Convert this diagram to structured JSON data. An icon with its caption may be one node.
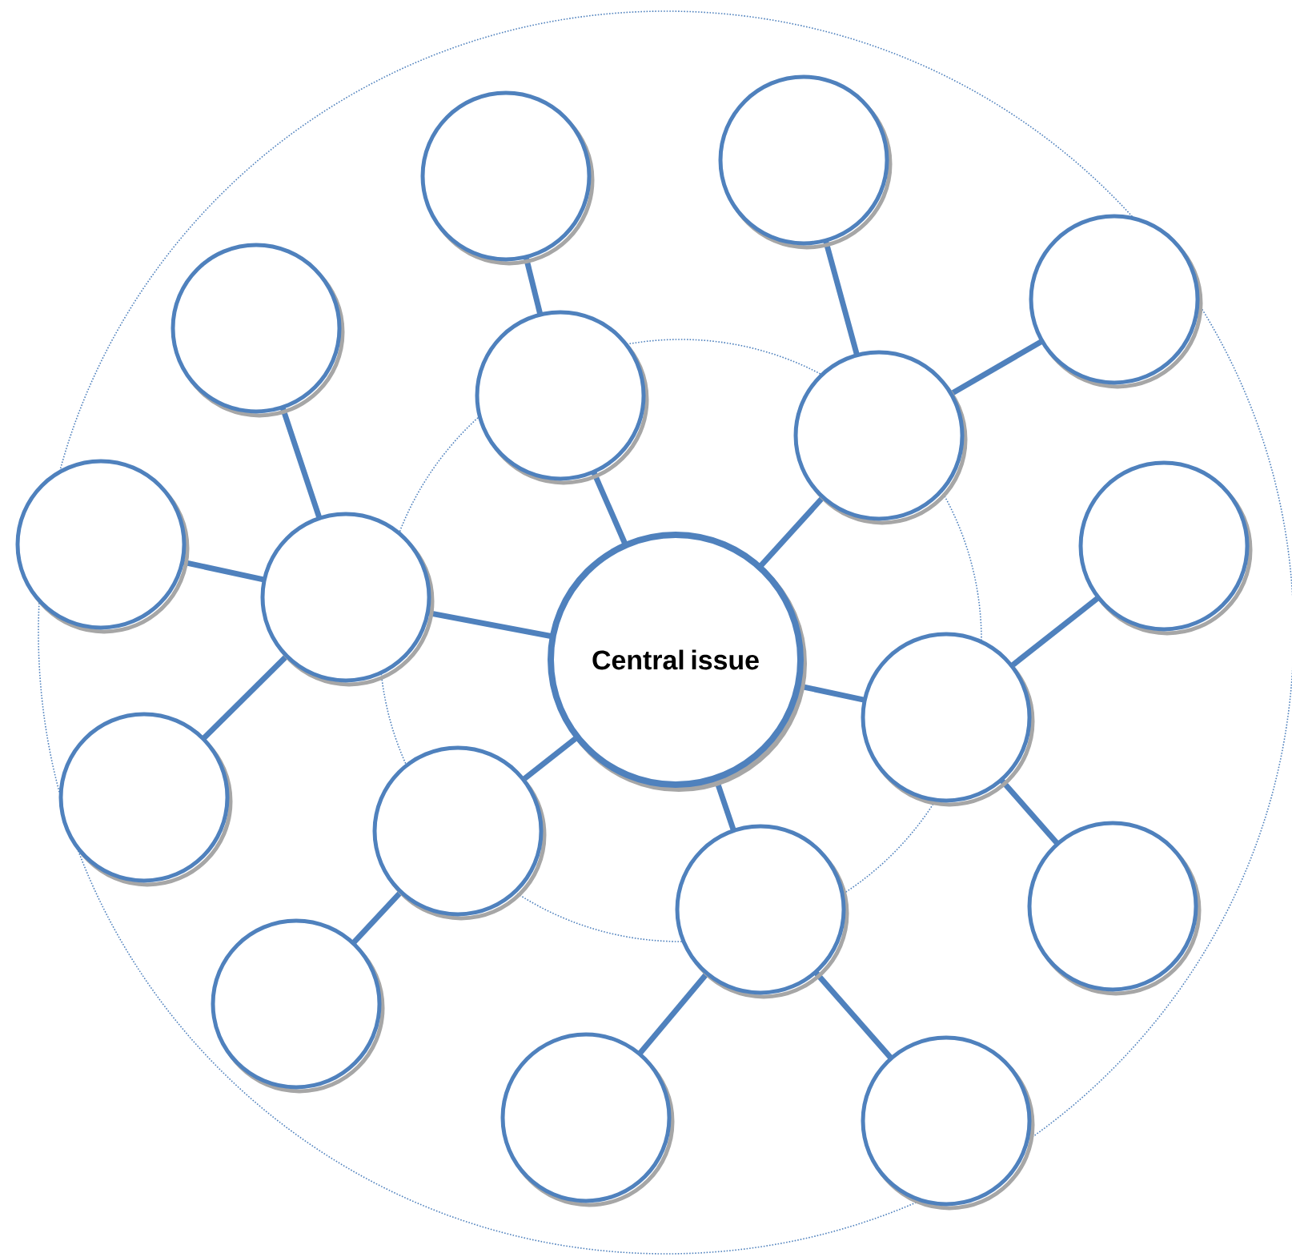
{
  "diagram": {
    "nodes": [
      {
        "text": [
          "Central issue"
        ]
      },
      {
        "text": [],
        "shape": "circle"
      },
      {
        "text": [],
        "shape": "circle"
      },
      {
        "text": [],
        "shape": "circle"
      },
      {
        "text": [],
        "shape": "circle"
      },
      {
        "text": [],
        "shape": "circle"
      },
      {
        "text": [],
        "shape": "circle"
      },
      {
        "text": [],
        "shape": "circle"
      },
      {
        "text": [],
        "shape": "circle"
      },
      {
        "text": [],
        "shape": "circle"
      },
      {
        "text": [],
        "shape": "circle"
      },
      {
        "text": [],
        "shape": "circle"
      },
      {
        "text": [],
        "shape": "circle"
      },
      {
        "text": [],
        "shape": "circle"
      },
      {
        "text": [],
        "shape": "circle"
      },
      {
        "text": [],
        "shape": "circle"
      },
      {
        "text": [],
        "shape": "circle"
      },
      {
        "text": [],
        "shape": "circle"
      }
    ],
    "edges": [
      {
        "from": 0,
        "to": 1,
        "arrow": "none"
      },
      {
        "from": 0,
        "to": 2,
        "arrow": "none"
      },
      {
        "from": 0,
        "to": 3,
        "arrow": "none"
      },
      {
        "from": 0,
        "to": 4,
        "arrow": "none"
      },
      {
        "from": 0,
        "to": 5,
        "arrow": "none"
      },
      {
        "from": 0,
        "to": 6,
        "arrow": "none"
      },
      {
        "from": 1,
        "to": 7,
        "arrow": "none"
      },
      {
        "from": 1,
        "to": 8,
        "arrow": "none"
      },
      {
        "from": 1,
        "to": 9,
        "arrow": "none"
      },
      {
        "from": 2,
        "to": 10,
        "arrow": "none"
      },
      {
        "from": 3,
        "to": 11,
        "arrow": "none"
      },
      {
        "from": 3,
        "to": 12,
        "arrow": "none"
      },
      {
        "from": 4,
        "to": 13,
        "arrow": "none"
      },
      {
        "from": 4,
        "to": 14,
        "arrow": "none"
      },
      {
        "from": 5,
        "to": 15,
        "arrow": "none"
      },
      {
        "from": 5,
        "to": 16,
        "arrow": "none"
      },
      {
        "from": 6,
        "to": 17,
        "arrow": "none"
      }
    ]
  }
}
